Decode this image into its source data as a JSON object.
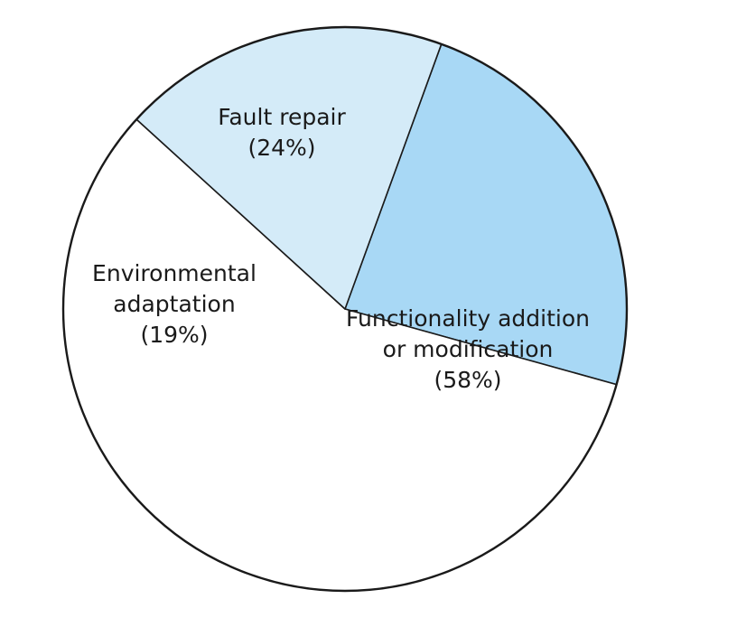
{
  "chart_data": {
    "type": "pie",
    "title": "",
    "slices": [
      {
        "lines": [
          "Fault repair"
        ],
        "value": 24,
        "value_label": "(24%)",
        "color": "#a8d8f5"
      },
      {
        "lines": [
          "Functionality addition",
          "or modification"
        ],
        "value": 58,
        "value_label": "(58%)",
        "color": "#ffffff"
      },
      {
        "lines": [
          "Environmental",
          "adaptation"
        ],
        "value": 19,
        "value_label": "(19%)",
        "color": "#d4ebf8"
      }
    ],
    "start_angle_deg": 20,
    "direction": "clockwise",
    "legend": "none"
  }
}
